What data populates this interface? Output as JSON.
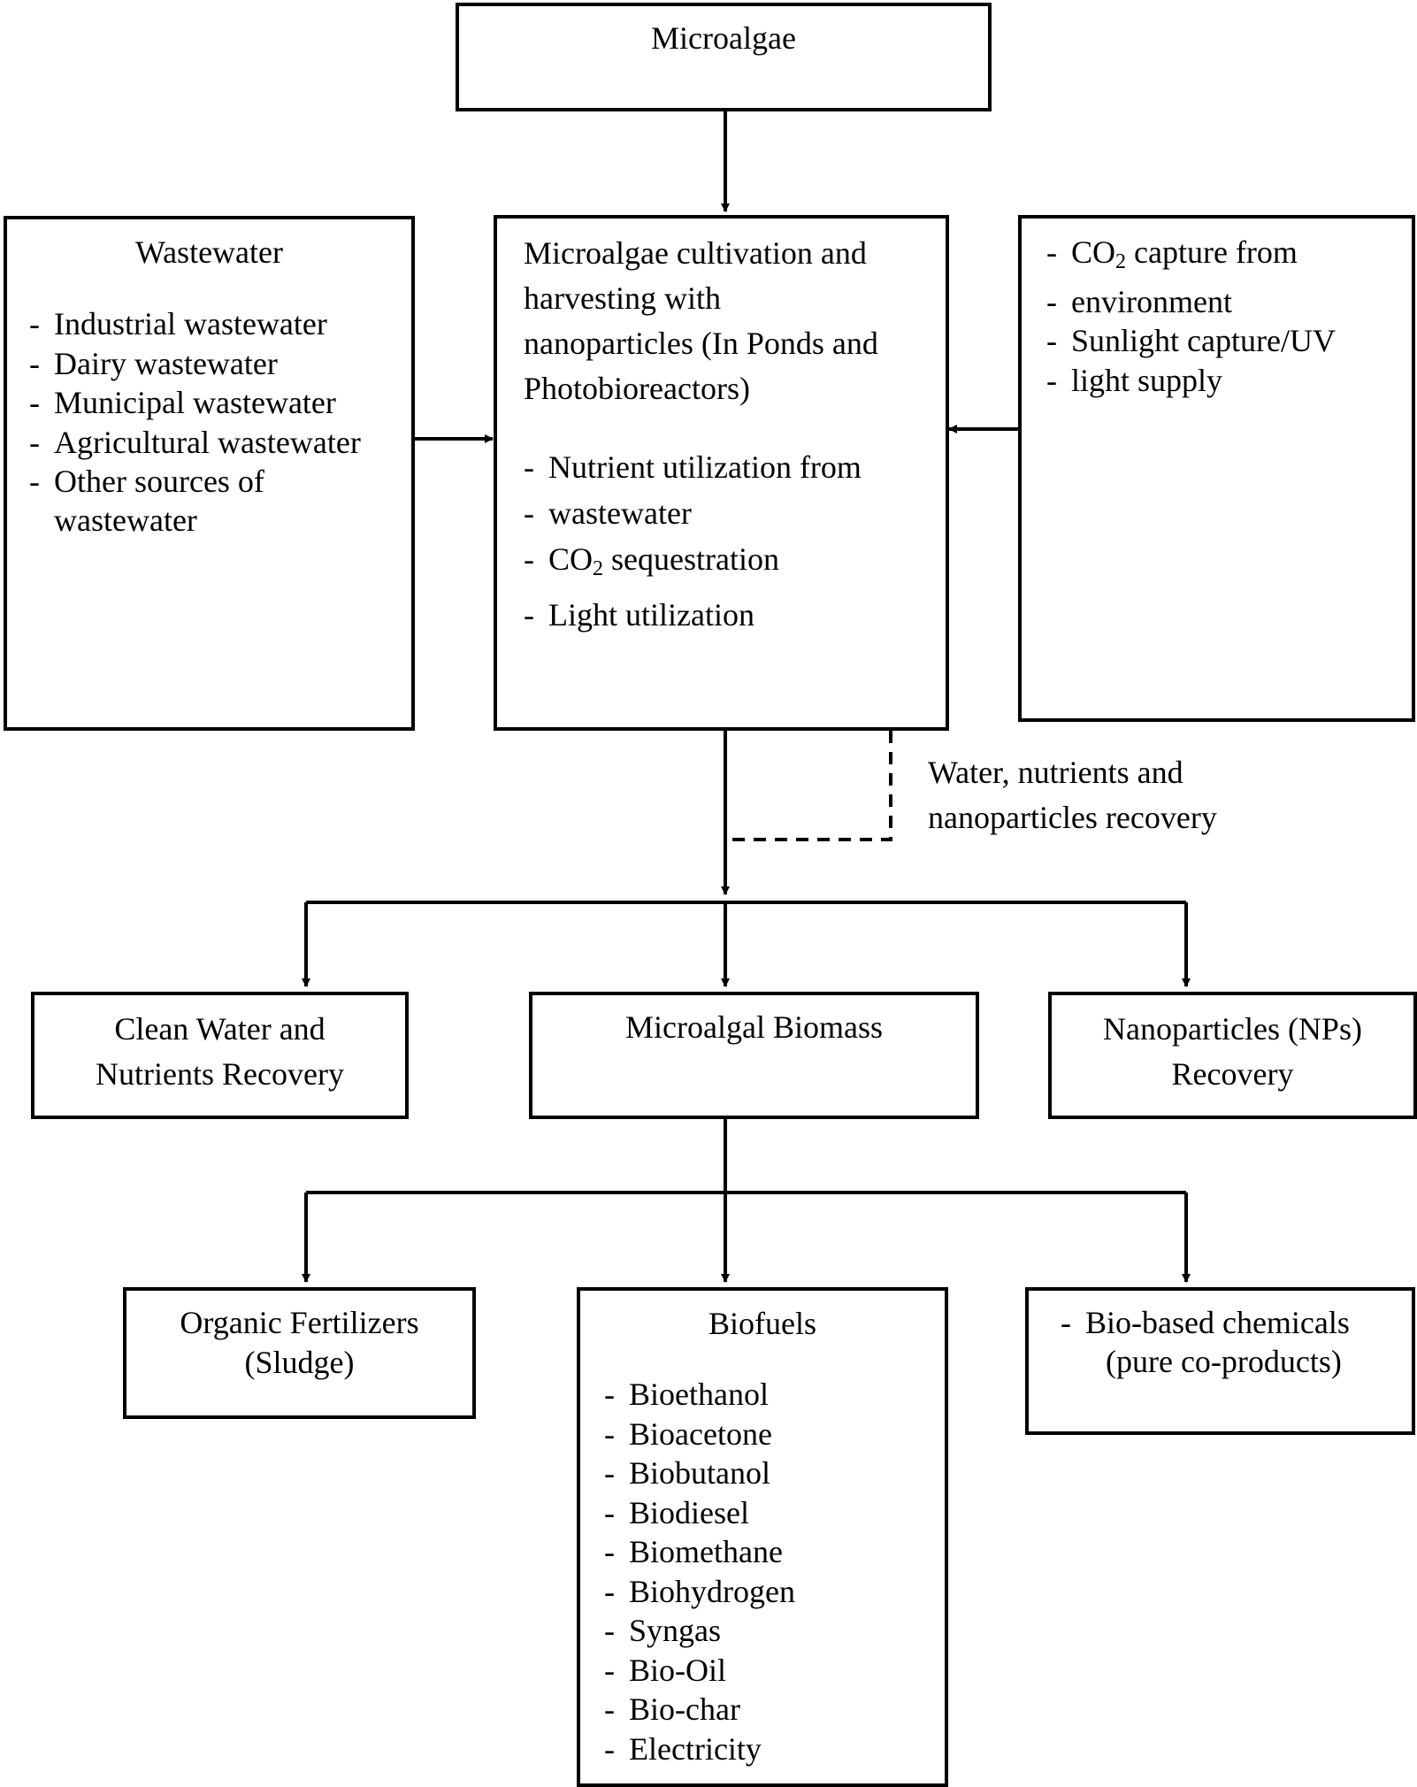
{
  "top": {
    "title": "Microalgae"
  },
  "wastewater": {
    "title": "Wastewater",
    "items": [
      "Industrial wastewater",
      "Dairy wastewater",
      "Municipal wastewater",
      "Agricultural wastewater",
      "Other sources of",
      "wastewater"
    ]
  },
  "cultivation": {
    "title_lines": [
      "Microalgae cultivation and",
      "harvesting with",
      "nanoparticles (In Ponds and",
      "Photobioreactors)"
    ],
    "items": {
      "nutrient_1": "Nutrient utilization from",
      "nutrient_2": "wastewater",
      "co2_prefix": "CO",
      "co2_sub": "2",
      "co2_suffix": " sequestration",
      "light": "Light utilization"
    }
  },
  "inputs": {
    "co2_prefix": "CO",
    "co2_sub": "2",
    "co2_suffix": " capture from",
    "co2_line2": "environment",
    "sun_line1": "Sunlight capture/UV",
    "sun_line2": "light supply"
  },
  "recovery_label": {
    "line1": "Water, nutrients and",
    "line2": "nanoparticles recovery"
  },
  "outputs": {
    "clean_water": {
      "line1": "Clean Water and",
      "line2": "Nutrients Recovery"
    },
    "biomass": {
      "title": "Microalgal Biomass"
    },
    "nps": {
      "line1": "Nanoparticles (NPs)",
      "line2": "Recovery"
    }
  },
  "products": {
    "fertilizers": {
      "line1": "Organic Fertilizers",
      "line2": "(Sludge)"
    },
    "biofuels": {
      "title": "Biofuels",
      "items": [
        "Bioethanol",
        "Bioacetone",
        "Biobutanol",
        "Biodiesel",
        "Biomethane",
        "Biohydrogen",
        "Syngas",
        "Bio-Oil",
        "Bio-char",
        "Electricity"
      ]
    },
    "chemicals": {
      "line1": "Bio-based chemicals",
      "line2": "(pure co-products)"
    }
  }
}
